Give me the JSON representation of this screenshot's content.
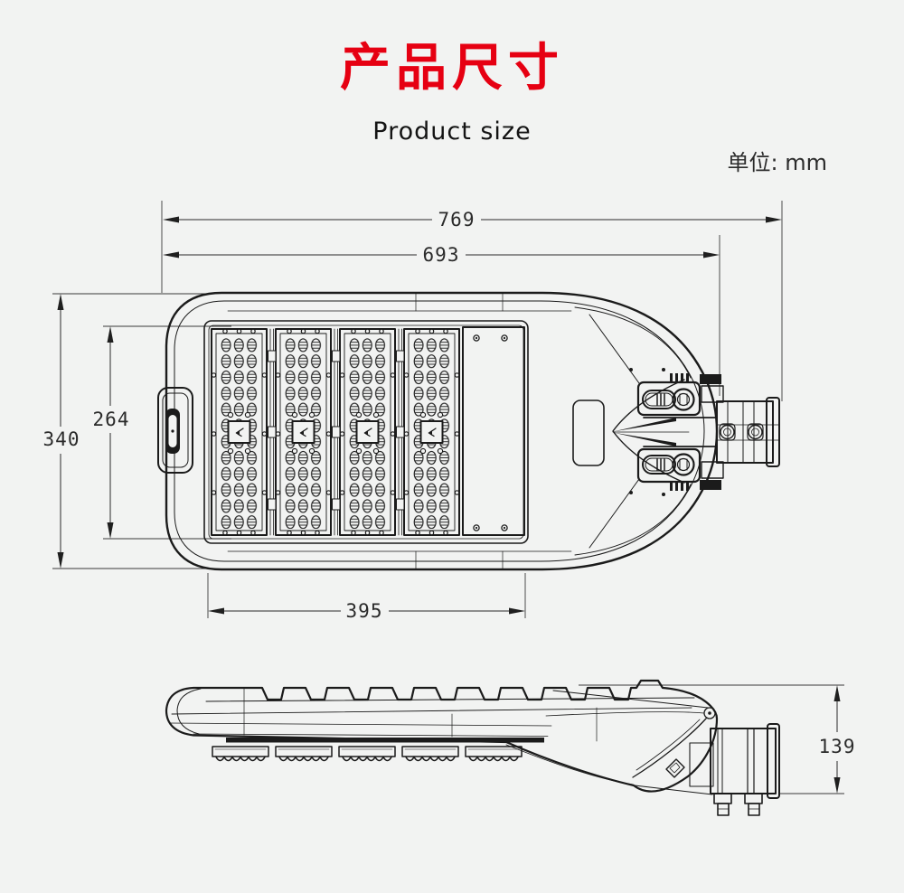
{
  "page": {
    "background_color": "#f2f3f2",
    "accent_color": "#e60012",
    "line_color": "#1b1b1b"
  },
  "header": {
    "title": "产品尺寸",
    "subtitle": "Product size",
    "unit_label": "单位: mm"
  },
  "drawing": {
    "dimensions": {
      "overall_length_mm": "769",
      "housing_length_mm": "693",
      "housing_width_mm": "340",
      "led_area_width_mm": "264",
      "led_area_length_mm": "395",
      "side_height_mm": "139"
    }
  }
}
